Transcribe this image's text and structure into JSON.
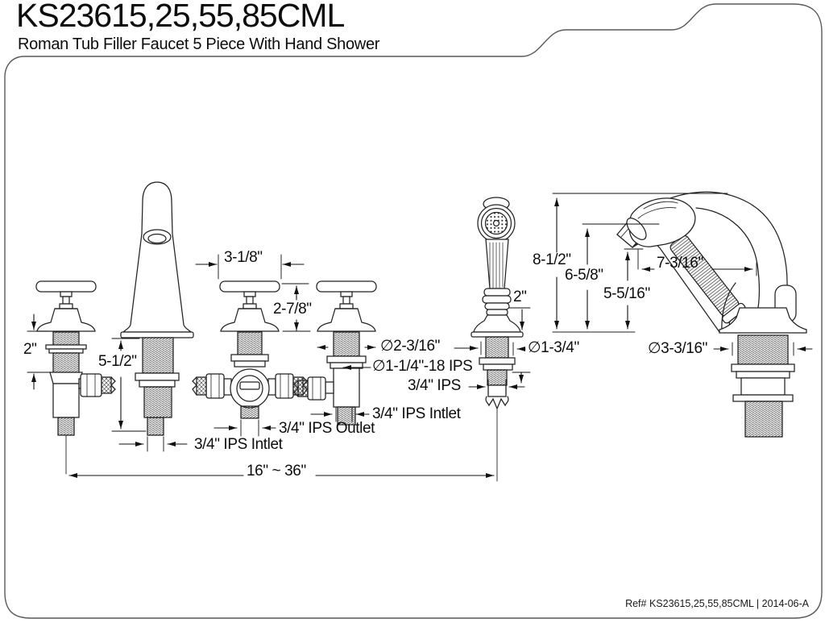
{
  "header": {
    "title": "KS23615,25,55,85CML",
    "subtitle": "Roman Tub Filler Faucet 5 Piece With Hand Shower"
  },
  "footer": {
    "ref_note": "Ref# KS23615,25,55,85CML | 2014-06-A"
  },
  "dims": {
    "valve_thread_height": "2\"",
    "spout_shank_length": "5-1/2\"",
    "handle_length": "3-1/8\"",
    "handle_height": "2-7/8\"",
    "escutcheon_diameter": "∅2-3/16\"",
    "valve_shank_thread": "∅1-1/4\"-18 IPS",
    "hose_connection": "3/4\" IPS",
    "valve_inlet": "3/4\" IPS Intlet",
    "diverter_outlet": "3/4\" IPS Outlet",
    "spout_inlet": "3/4\" IPS Intlet",
    "spread_range": "16\" ~ 36\"",
    "dock_height": "2\"",
    "dock_shank_diameter": "∅1-3/4\"",
    "spout_overall_height": "8-1/2\"",
    "spout_outlet_height": "6-5/8\"",
    "spout_clearance_height": "5-5/16\"",
    "spout_reach": "7-3/16\"",
    "spout_base_diameter": "∅3-3/16\""
  }
}
